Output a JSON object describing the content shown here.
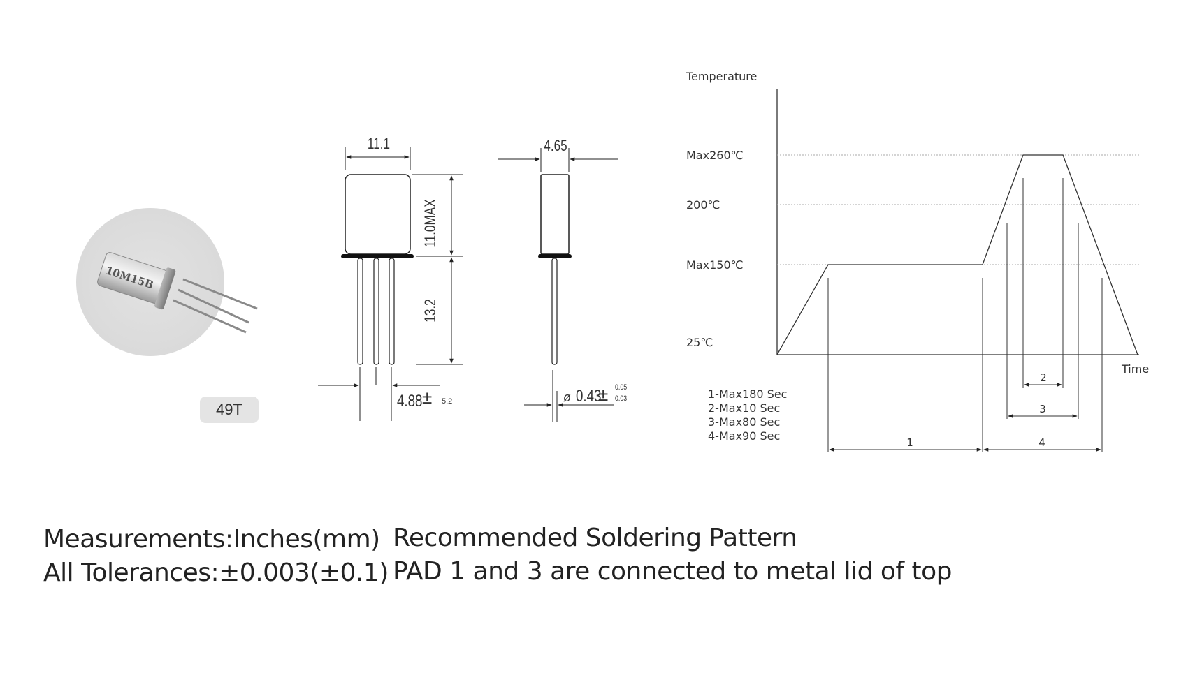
{
  "product": {
    "badge": "49T",
    "marking": "10M15B"
  },
  "dimensions": {
    "width": "11.1",
    "height": "11.0MAX",
    "lead_length": "13.2",
    "thickness": "4.65",
    "pitch": "4.88",
    "pitch_plusminus": "±",
    "pitch_tol": "5.2",
    "lead_diameter_symbol": "ø",
    "lead_diameter": "0.43",
    "lead_diameter_plusminus": "±",
    "lead_diameter_tol_upper": "0.05",
    "lead_diameter_tol_lower": "0.03"
  },
  "profile": {
    "y_axis_label": "Temperature",
    "x_axis_label": "Time",
    "temp_labels": [
      "Max260℃",
      "200℃",
      "Max150℃",
      "25℃"
    ],
    "legend": [
      "1-Max180 Sec",
      "2-Max10 Sec",
      "3-Max80 Sec",
      "4-Max90 Sec"
    ],
    "zone_labels": [
      "1",
      "2",
      "3",
      "4"
    ]
  },
  "notes": {
    "line1": "Measurements:Inches(mm)",
    "line2": "All Tolerances:±0.003(±0.1)",
    "line3": "Recommended Soldering Pattern",
    "line4": "PAD 1 and 3 are connected to metal lid of top"
  }
}
